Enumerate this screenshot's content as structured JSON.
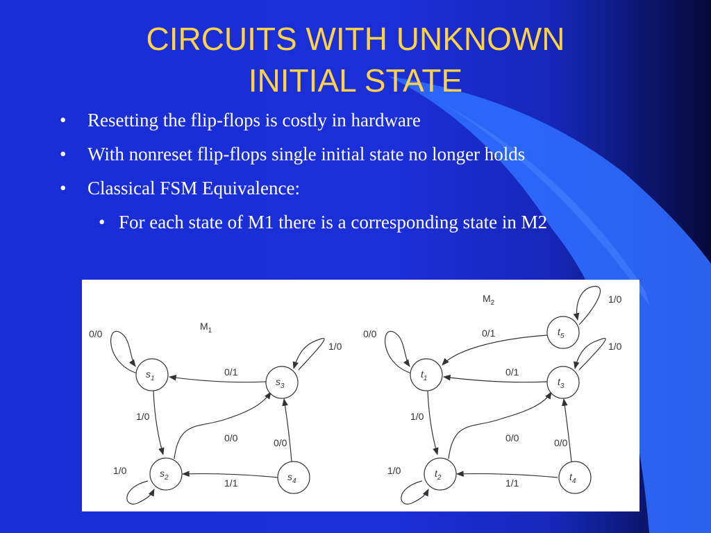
{
  "slide": {
    "title_line1": "CIRCUITS WITH UNKNOWN",
    "title_line2": "INITIAL STATE",
    "bullet_char": "•",
    "bullets": [
      "Resetting the flip-flops is costly in hardware",
      "With nonreset flip-flops single initial state no longer holds",
      "Classical FSM Equivalence:"
    ],
    "sub_bullets": [
      "For each state of M1 there is a corresponding state in M2"
    ],
    "colors": {
      "title": "#ffd24a",
      "text": "#ffffff",
      "background": "#1b2fd9",
      "accent_shape": "#2f6cff"
    }
  },
  "diagram": {
    "m1": {
      "label": "M",
      "label_sub": "1",
      "states": [
        {
          "name": "s",
          "sub": "1"
        },
        {
          "name": "s",
          "sub": "2"
        },
        {
          "name": "s",
          "sub": "3"
        },
        {
          "name": "s",
          "sub": "4"
        }
      ],
      "transitions": [
        {
          "from": "s1",
          "to": "s1",
          "label": "0/0"
        },
        {
          "from": "s1",
          "to": "s2",
          "label": "1/0"
        },
        {
          "from": "s2",
          "to": "s2",
          "label": "1/0"
        },
        {
          "from": "s2",
          "to": "s3",
          "label": "0/0"
        },
        {
          "from": "s3",
          "to": "s1",
          "label": "0/1"
        },
        {
          "from": "s3",
          "to": "s3",
          "label": "1/0"
        },
        {
          "from": "s4",
          "to": "s2",
          "label": "1/1"
        },
        {
          "from": "s4",
          "to": "s3",
          "label": "0/0"
        }
      ]
    },
    "m2": {
      "label": "M",
      "label_sub": "2",
      "states": [
        {
          "name": "t",
          "sub": "1"
        },
        {
          "name": "t",
          "sub": "2"
        },
        {
          "name": "t",
          "sub": "3"
        },
        {
          "name": "t",
          "sub": "4"
        },
        {
          "name": "t",
          "sub": "5"
        }
      ],
      "transitions": [
        {
          "from": "t1",
          "to": "t1",
          "label": "0/0"
        },
        {
          "from": "t1",
          "to": "t2",
          "label": "1/0"
        },
        {
          "from": "t2",
          "to": "t2",
          "label": "1/0"
        },
        {
          "from": "t2",
          "to": "t3",
          "label": "0/0"
        },
        {
          "from": "t3",
          "to": "t1",
          "label": "0/1"
        },
        {
          "from": "t3",
          "to": "t3",
          "label": "1/0"
        },
        {
          "from": "t4",
          "to": "t2",
          "label": "1/1"
        },
        {
          "from": "t4",
          "to": "t3",
          "label": "0/0"
        },
        {
          "from": "t5",
          "to": "t1",
          "label": "0/1"
        },
        {
          "from": "t5",
          "to": "t5",
          "label": "1/0"
        }
      ]
    }
  }
}
